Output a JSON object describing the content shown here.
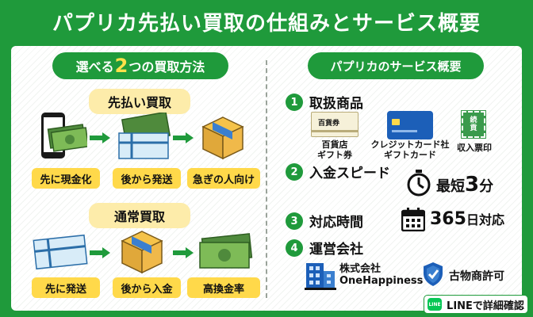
{
  "title": "パプリカ先払い買取の仕組みとサービス概要",
  "left": {
    "heading_pre": "選べる",
    "heading_num": "2",
    "heading_post": "つの買取方法",
    "method1": {
      "label": "先払い買取",
      "steps": [
        "先に現金化",
        "後から発送",
        "急ぎの人向け"
      ]
    },
    "method2": {
      "label": "通常買取",
      "steps": [
        "先に発送",
        "後から入金",
        "高換金率"
      ]
    }
  },
  "right": {
    "heading": "パプリカのサービス概要",
    "items": [
      {
        "num": "1",
        "label": "取扱商品"
      },
      {
        "num": "2",
        "label": "入金スピード"
      },
      {
        "num": "3",
        "label": "対応時間"
      },
      {
        "num": "4",
        "label": "運営会社"
      }
    ],
    "products": [
      {
        "name": "百貨店\nギフト券",
        "card_text": "百貨券"
      },
      {
        "name": "クレジットカード社\nギフトカード"
      },
      {
        "name": "収入票印",
        "stamp_text": "続\n貢"
      }
    ],
    "speed_pre": "最短",
    "speed_num": "3",
    "speed_post": "分",
    "hours_num": "365",
    "hours_post": "日対応",
    "company_line1": "株式会社",
    "company_line2": "OneHappiness",
    "license": "古物商許可"
  },
  "line_badge": {
    "logo": "LINE",
    "label": "LINEで詳細確認"
  },
  "colors": {
    "green": "#1f9a3b",
    "yellow": "#ffd94a",
    "cream": "#fdecaa",
    "blue": "#1c5fb8"
  }
}
